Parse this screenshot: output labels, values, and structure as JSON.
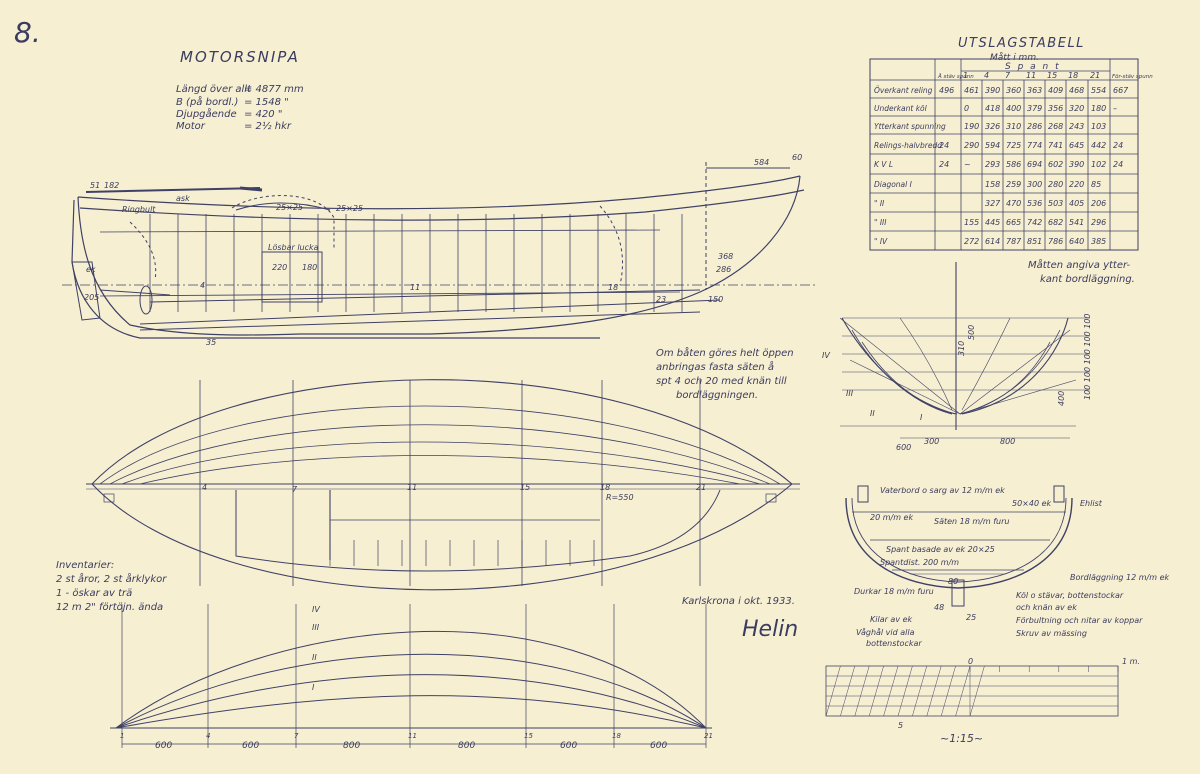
{
  "sheet_number": "8.",
  "title": "MOTORSNIPA",
  "specs": [
    {
      "label": "Längd över allt",
      "value": "= 4877 mm"
    },
    {
      "label": "B (på bordl.)",
      "value": "= 1548 \""
    },
    {
      "label": "Djupgående",
      "value": "= 420 \""
    },
    {
      "label": "Motor",
      "value": "= 2½ hkr"
    }
  ],
  "table": {
    "title": "UTSLAGSTABELL",
    "subtitle": "Mått i mm.",
    "spant_header": "S p a n t",
    "columns": [
      "Å stäv spunn",
      "1",
      "4",
      "7",
      "11",
      "15",
      "18",
      "21",
      "För-stäv spunn"
    ],
    "rows": [
      {
        "label": "Överkant reling",
        "cells": [
          "496",
          "461",
          "390",
          "360",
          "363",
          "409",
          "468",
          "554",
          "667"
        ]
      },
      {
        "label": "Underkant köl",
        "cells": [
          "",
          "0",
          "418",
          "400",
          "379",
          "356",
          "320",
          "180",
          "–"
        ]
      },
      {
        "label": "Ytterkant spunning",
        "cells": [
          "",
          "190",
          "326",
          "310",
          "286",
          "268",
          "243",
          "103",
          ""
        ]
      },
      {
        "label": "Relings-halvbredd",
        "cells": [
          "24",
          "290",
          "594",
          "725",
          "774",
          "741",
          "645",
          "442",
          "24"
        ]
      },
      {
        "label": "K V L",
        "cells": [
          "24",
          "~",
          "293",
          "586",
          "694",
          "602",
          "390",
          "102",
          "24"
        ]
      },
      {
        "label": "Diagonal I",
        "cells": [
          "",
          "",
          "158",
          "259",
          "300",
          "280",
          "220",
          "85",
          ""
        ]
      },
      {
        "label": "\" II",
        "cells": [
          "",
          "",
          "327",
          "470",
          "536",
          "503",
          "405",
          "206",
          ""
        ]
      },
      {
        "label": "\" III",
        "cells": [
          "",
          "155",
          "445",
          "665",
          "742",
          "682",
          "541",
          "296",
          ""
        ]
      },
      {
        "label": "\" IV",
        "cells": [
          "",
          "272",
          "614",
          "787",
          "851",
          "786",
          "640",
          "385",
          ""
        ]
      }
    ],
    "note_line1": "Måtten angiva ytter-",
    "note_line2": "kant bordläggning."
  },
  "profile_labels": {
    "dim_51": "51",
    "dim_182": "182",
    "ask": "ask",
    "ringbult": "Ringbult",
    "dim_25x25_a": "25×25",
    "dim_25x25_b": "25×25",
    "lucka": "Lösbar lucka",
    "dim_220": "220",
    "dim_180": "180",
    "dim_584": "584",
    "dim_60": "60",
    "dim_368": "368",
    "dim_286": "286",
    "dim_150": "150",
    "ek": "ek",
    "dim_205": "205",
    "dim_35": "35",
    "dim_4": "4",
    "dim_11": "11",
    "dim_18": "18",
    "dim_23": "23"
  },
  "open_note": [
    "Om båten göres helt öppen",
    "anbringas fasta säten å",
    "spt 4 och 20 med knän till",
    "bordläggningen."
  ],
  "inventory": [
    "Inventarier:",
    "2 st åror, 2 st årklykor",
    "1 - öskar av trä",
    "12 m 2\" förtöjn. ända"
  ],
  "plan_labels": {
    "s4": "4",
    "s7": "7",
    "s11": "11",
    "s15": "15",
    "s18": "18",
    "s21": "21",
    "r550": "R=550"
  },
  "signature": {
    "place_date": "Karlskrona i okt. 1933.",
    "sign": "Helin"
  },
  "section_labels": {
    "IV": "IV",
    "III": "III",
    "II": "II",
    "I": "I",
    "dim_300": "300",
    "dim_800": "800",
    "dim_600": "600",
    "dim_500": "500",
    "dim_310": "310",
    "dim_400": "400",
    "right_dims": "100 100 100 100 100"
  },
  "midsection_labels": {
    "vaterbord": "Vaterbord o sarg av 12 m/m ek",
    "dim_50x40": "50×40 ek",
    "ehlist": "Ehlist",
    "dim_20": "20 m/m ek",
    "saten": "Säten 18 m/m furu",
    "spant": "Spant basade av ek 20×25",
    "spantdist": "Spantdist. 200 m/m",
    "bordlaggning": "Bordläggning 12 m/m ek",
    "durkar": "Durkar 18 m/m furu",
    "kol": "Köl o stävar, bottenstockar",
    "knan": "och knän av ek",
    "forbult": "Förbultning och nitar av koppar",
    "skruv": "Skruv av mässing",
    "kilar": "Kilar av ek",
    "vaghal": "Våghål vid alla",
    "bottenstockar": "bottenstockar",
    "dim_80": "80",
    "dim_48": "48",
    "dim_25": "25"
  },
  "diagonal_labels": {
    "IV": "IV",
    "III": "III",
    "II": "II",
    "I": "I"
  },
  "bottom_dims": [
    {
      "station": "1",
      "gap": "600"
    },
    {
      "station": "4",
      "gap": "600"
    },
    {
      "station": "7",
      "gap": "800"
    },
    {
      "station": "11",
      "gap": "800"
    },
    {
      "station": "15",
      "gap": "600"
    },
    {
      "station": "18",
      "gap": "600"
    },
    {
      "station": "21",
      "gap": ""
    }
  ],
  "scale": {
    "zero": "0",
    "one": "1 m.",
    "five": "5",
    "ratio": "~1:15~"
  }
}
